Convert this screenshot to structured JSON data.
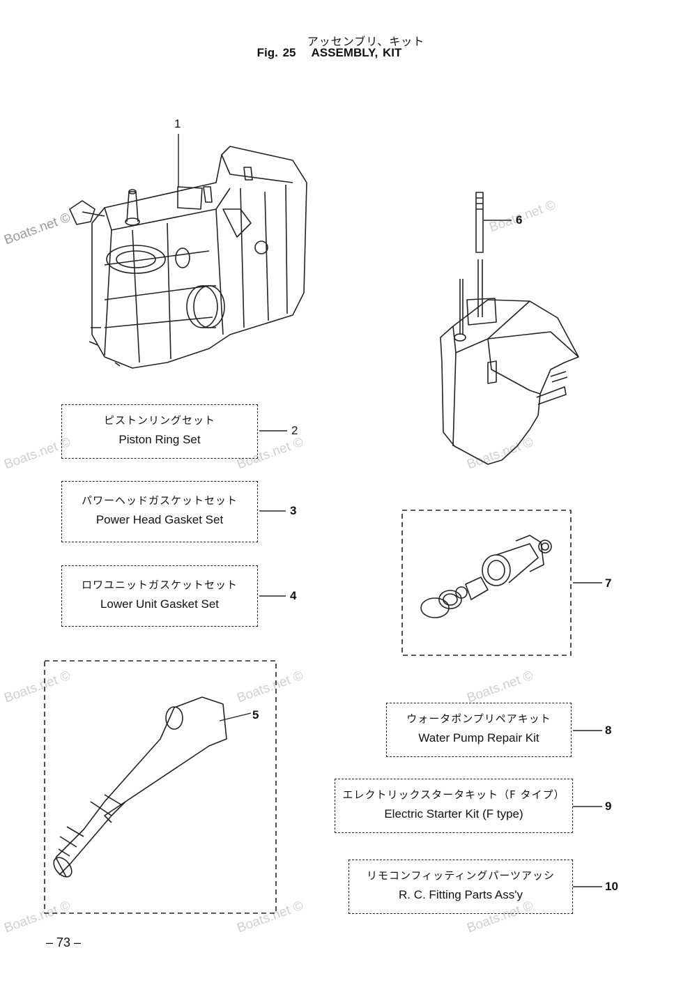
{
  "header": {
    "title_jp": "アッセンブリ、キット",
    "fig_label": "Fig. 25",
    "title_en": "ASSEMBLY, KIT"
  },
  "callouts": [
    "1",
    "2",
    "3",
    "4",
    "5",
    "6",
    "7",
    "8",
    "9",
    "10"
  ],
  "kits": [
    {
      "ref": "2",
      "jp": "ピストンリングセット",
      "en": "Piston Ring Set"
    },
    {
      "ref": "3",
      "jp": "パワーヘッドガスケットセット",
      "en": "Power Head Gasket Set"
    },
    {
      "ref": "4",
      "jp": "ロワユニットガスケットセット",
      "en": "Lower Unit Gasket Set"
    },
    {
      "ref": "8",
      "jp": "ウォータポンプリペアキット",
      "en": "Water Pump Repair Kit"
    },
    {
      "ref": "9",
      "jp": "エレクトリックスタータキット（F タイプ）",
      "en": "Electric Starter Kit (F type)"
    },
    {
      "ref": "10",
      "jp": "リモコンフィッティングパーツアッシ",
      "en": "R. C. Fitting Parts Ass'y"
    }
  ],
  "watermark": "Boats.net ©",
  "page_number": "– 73 –"
}
